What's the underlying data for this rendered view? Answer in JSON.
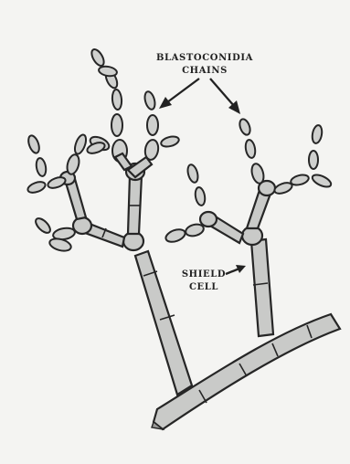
{
  "labels": {
    "blastoconidia_line1": "BLASTOCONIDIA",
    "blastoconidia_line2": "CHAINS",
    "shield_line1": "SHIELD",
    "shield_line2": "CELL"
  }
}
